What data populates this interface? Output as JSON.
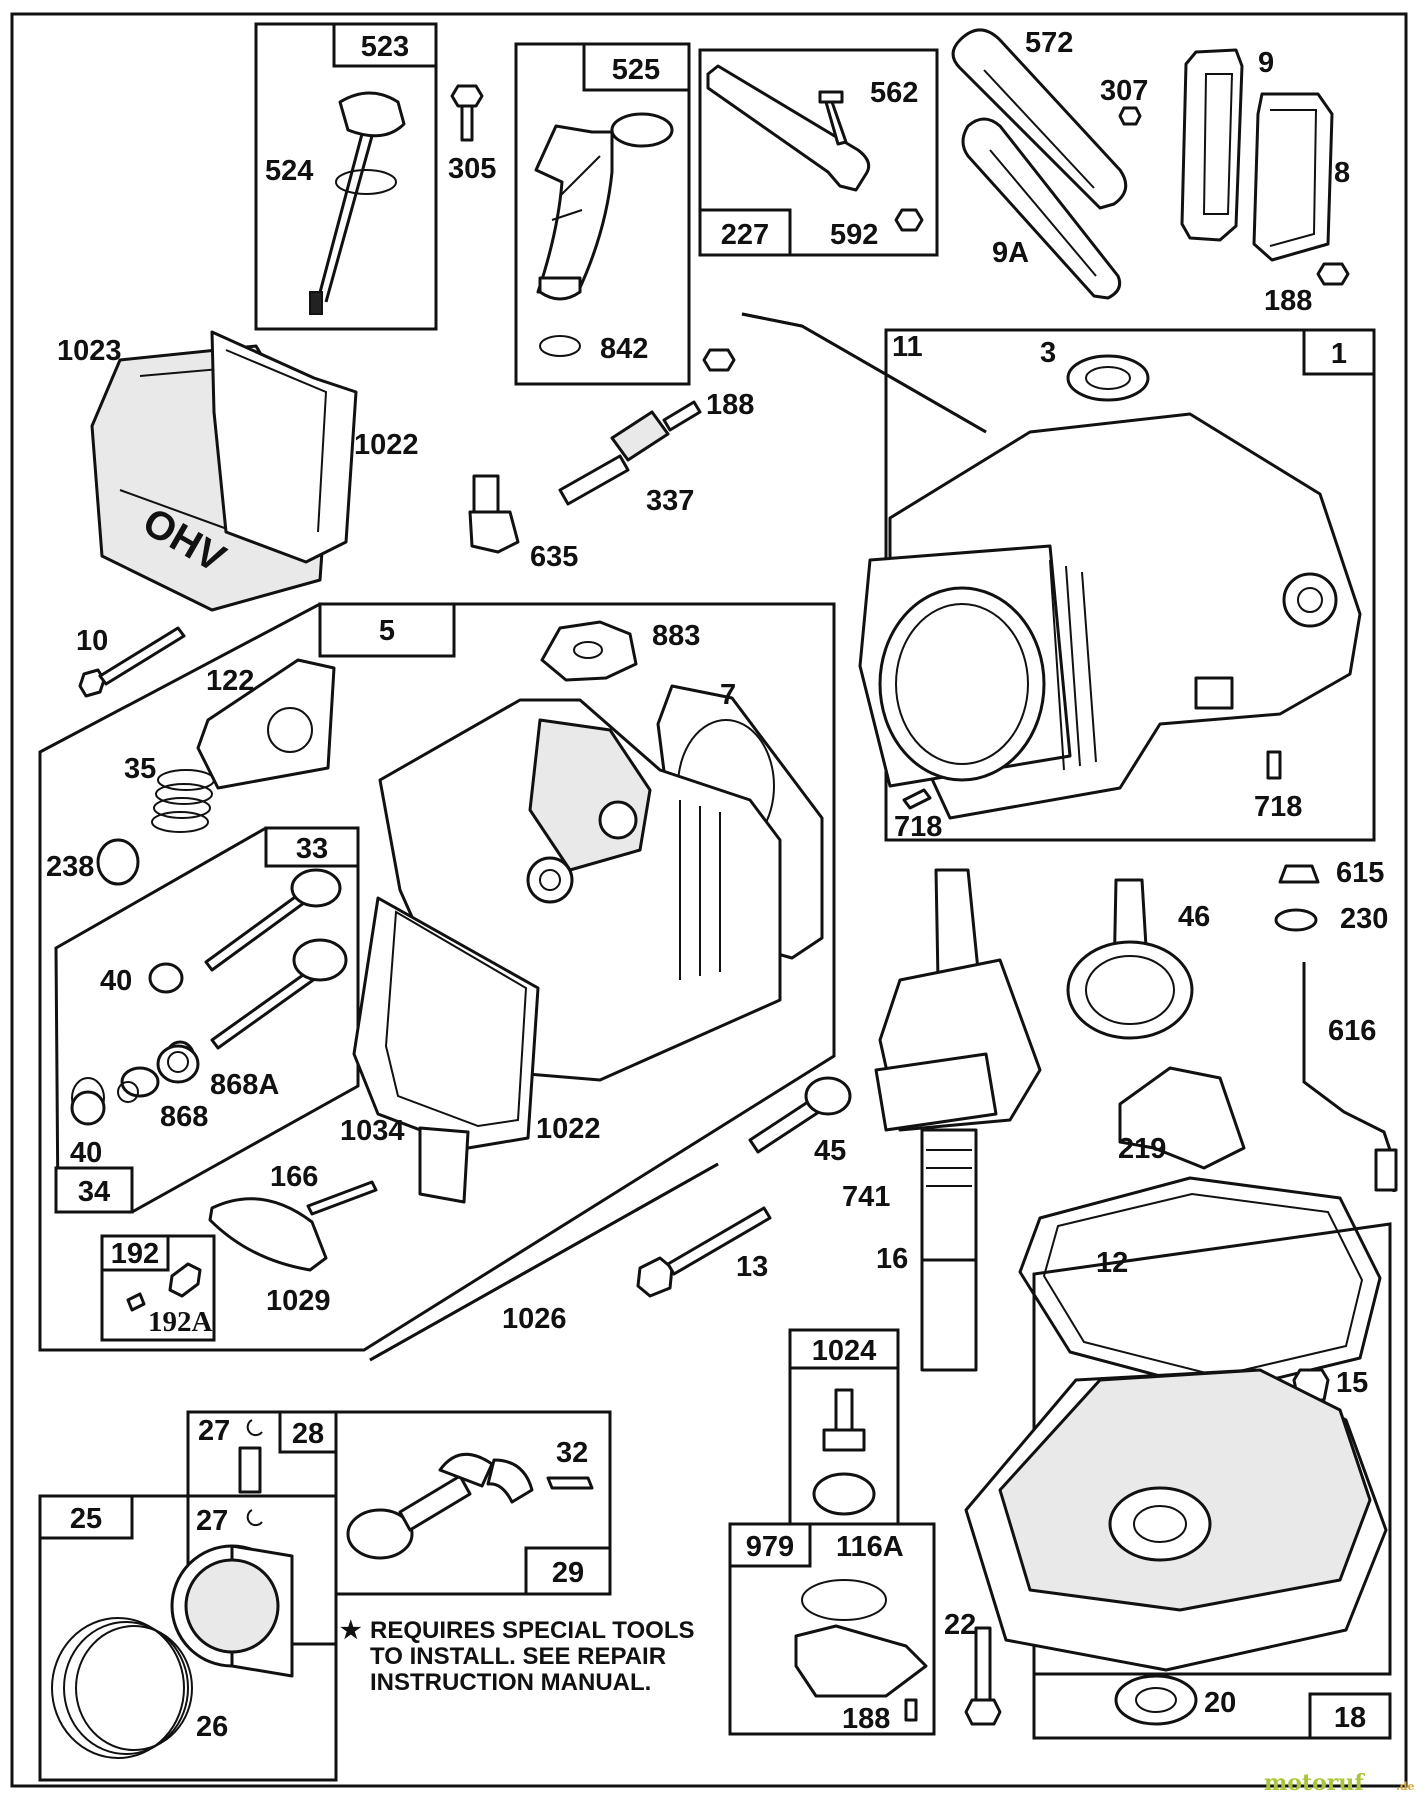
{
  "labels": {
    "p523": "523",
    "p524": "524",
    "p305": "305",
    "p525": "525",
    "p842": "842",
    "p562": "562",
    "p227": "227",
    "p592": "592",
    "p572": "572",
    "p307": "307",
    "p9": "9",
    "p8": "8",
    "p9a": "9A",
    "p188a": "188",
    "p188b": "188",
    "p188c": "188",
    "p11": "11",
    "p1023": "1023",
    "p1022a": "1022",
    "p337": "337",
    "p635": "635",
    "p3": "3",
    "p1": "1",
    "p718a": "718",
    "p718b": "718",
    "p10": "10",
    "p5": "5",
    "p883": "883",
    "p7": "7",
    "p122": "122",
    "p35": "35",
    "p238": "238",
    "p33": "33",
    "p40a": "40",
    "p868a": "868A",
    "p868": "868",
    "p40b": "40",
    "p34": "34",
    "p1022b": "1022",
    "p1034": "1034",
    "p166": "166",
    "p192": "192",
    "p192a": "192A",
    "p1029": "1029",
    "p1026": "1026",
    "p13": "13",
    "p45": "45",
    "p741": "741",
    "p16": "16",
    "p615": "615",
    "p230": "230",
    "p46": "46",
    "p616": "616",
    "p219": "219",
    "p12": "12",
    "p15": "15",
    "p1024": "1024",
    "p979": "979",
    "p116a": "116A",
    "p22": "22",
    "p20": "20",
    "p18": "18",
    "p27a": "27",
    "p28": "28",
    "p32": "32",
    "p29": "29",
    "p25": "25",
    "p27b": "27",
    "p26": "26"
  },
  "note": {
    "line1": "REQUIRES SPECIAL TOOLS",
    "line2": "TO INSTALL.  SEE REPAIR",
    "line3": "INSTRUCTION MANUAL.",
    "star": "★"
  },
  "cover_marking": "OHV",
  "watermark": {
    "text": "motoruf",
    "suffix": ".de"
  }
}
